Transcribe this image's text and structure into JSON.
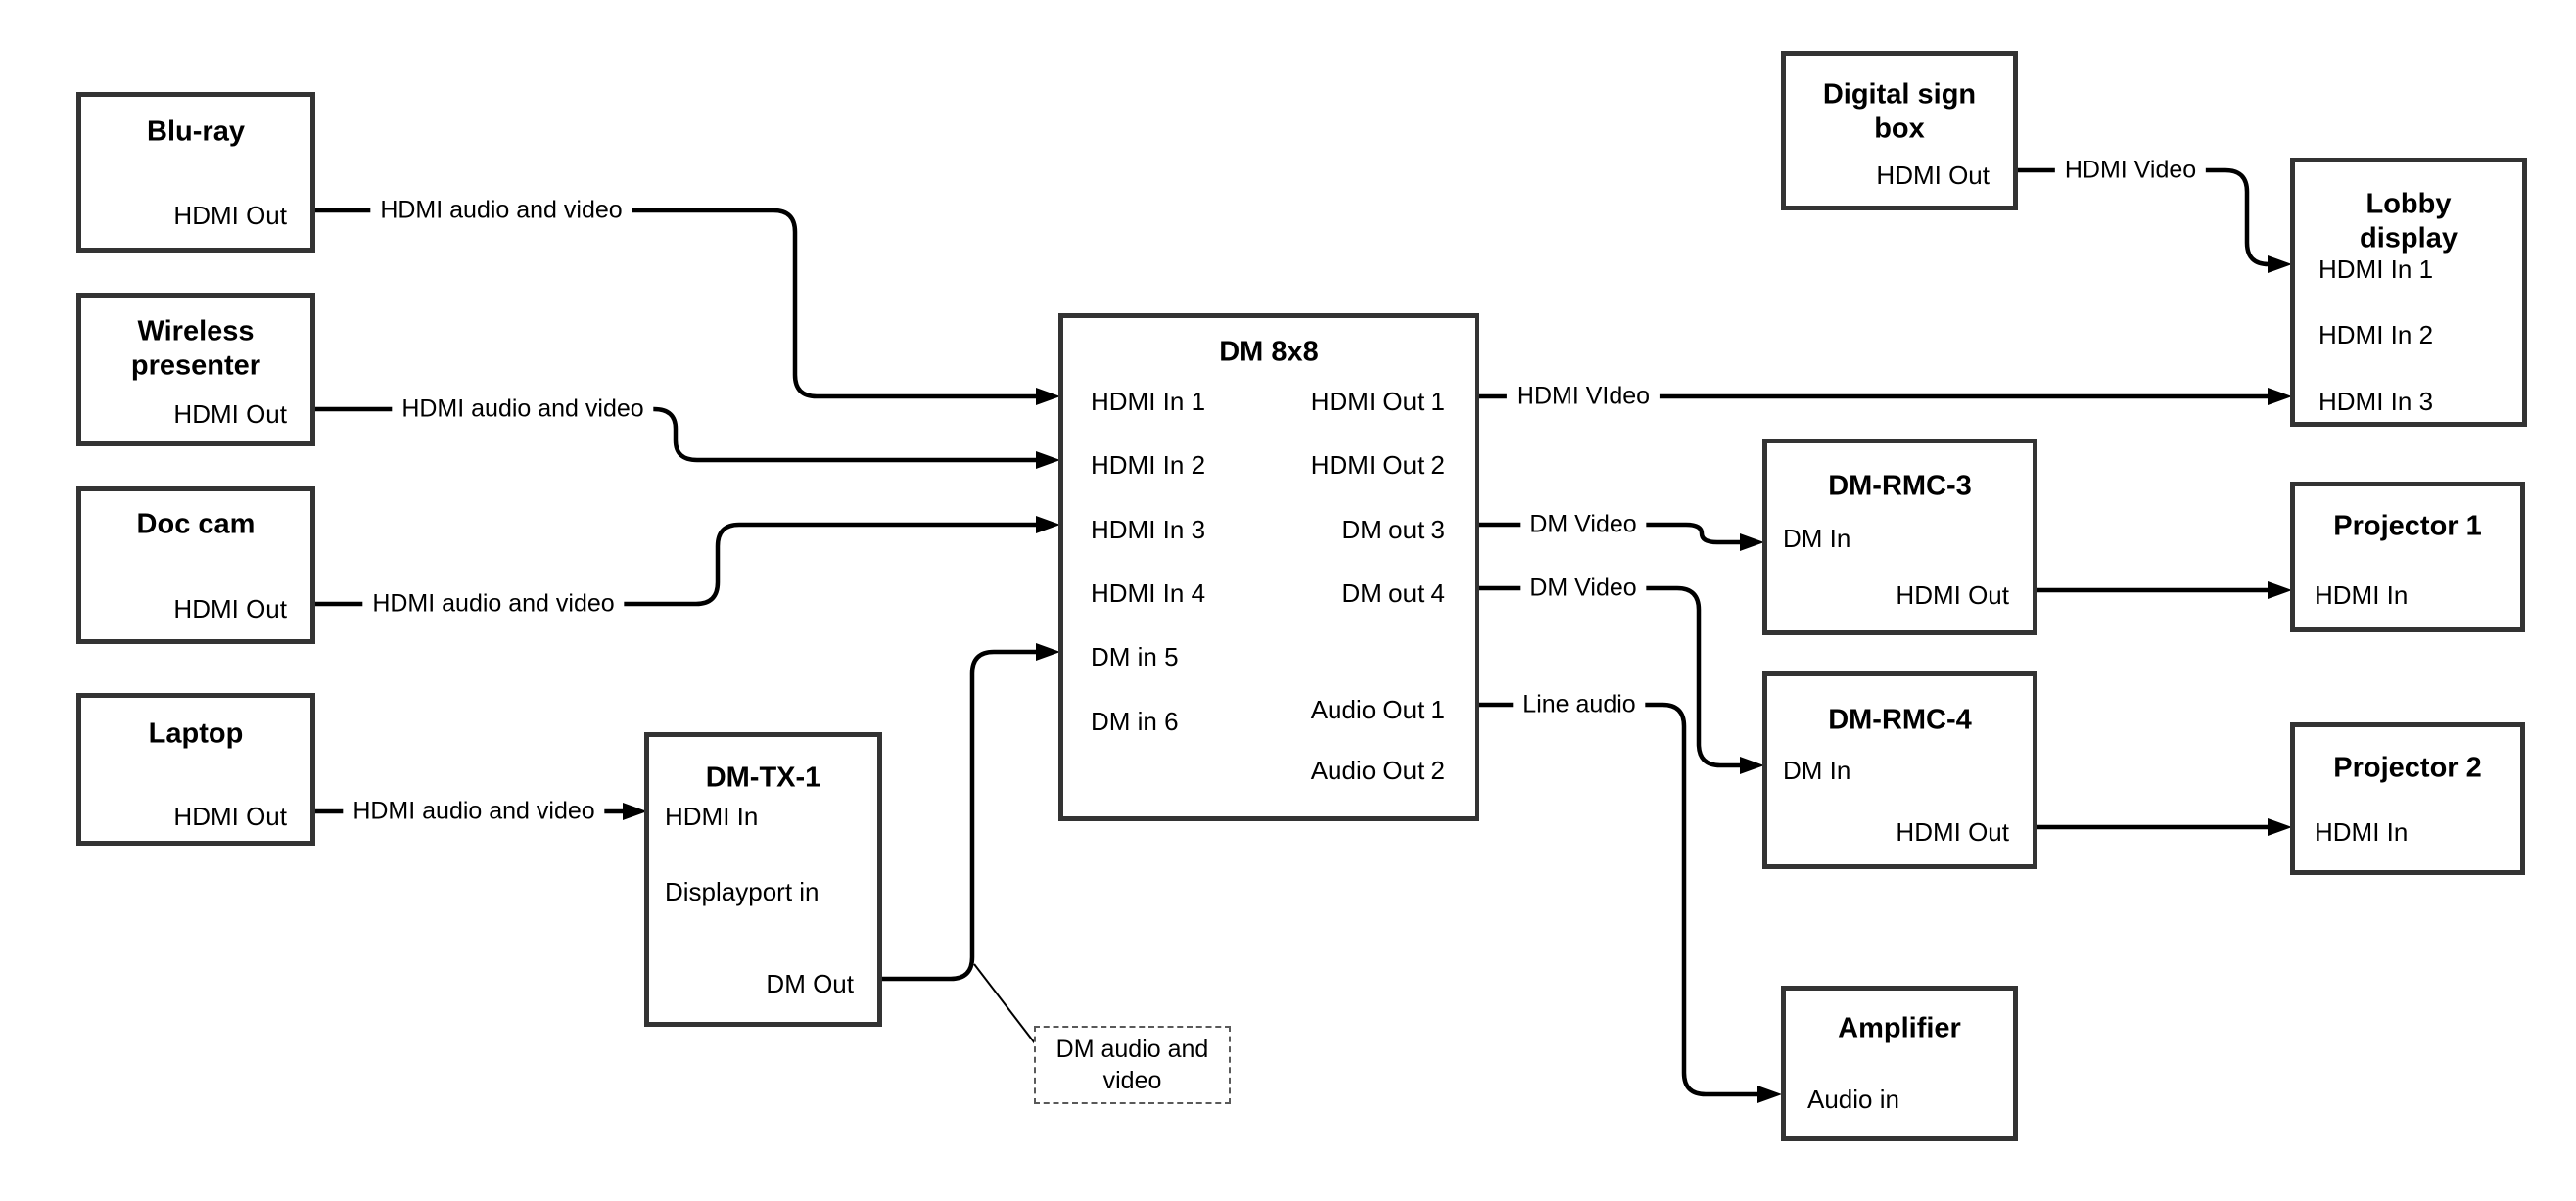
{
  "colors": {
    "background": "#ffffff",
    "wire": "#000000",
    "box_border": "#333333",
    "text": "#000000"
  },
  "nodes": {
    "bluray": {
      "title": "Blu-ray",
      "hdmi_out": "HDMI Out"
    },
    "wireless_presenter": {
      "title": "Wireless presenter",
      "hdmi_out": "HDMI Out"
    },
    "doc_cam": {
      "title": "Doc cam",
      "hdmi_out": "HDMI Out"
    },
    "laptop": {
      "title": "Laptop",
      "hdmi_out": "HDMI Out"
    },
    "dm_tx_1": {
      "title": "DM-TX-1",
      "hdmi_in": "HDMI In",
      "displayport_in": "Displayport in",
      "dm_out": "DM Out"
    },
    "dm_8x8": {
      "title": "DM 8x8",
      "inputs": [
        "HDMI In 1",
        "HDMI In 2",
        "HDMI In 3",
        "HDMI In 4",
        "DM in 5",
        "DM in 6"
      ],
      "outputs": [
        "HDMI Out 1",
        "HDMI Out 2",
        "DM out 3",
        "DM out 4",
        "Audio Out 1",
        "Audio Out 2"
      ]
    },
    "digital_sign_box": {
      "title": "Digital sign box",
      "hdmi_out": "HDMI Out"
    },
    "lobby_display": {
      "title": "Lobby display",
      "inputs": [
        "HDMI In 1",
        "HDMI In 2",
        "HDMI In 3"
      ]
    },
    "dm_rmc_3": {
      "title": "DM-RMC-3",
      "dm_in": "DM In",
      "hdmi_out": "HDMI Out"
    },
    "projector_1": {
      "title": "Projector 1",
      "hdmi_in": "HDMI In"
    },
    "dm_rmc_4": {
      "title": "DM-RMC-4",
      "dm_in": "DM In",
      "hdmi_out": "HDMI Out"
    },
    "projector_2": {
      "title": "Projector 2",
      "hdmi_in": "HDMI In"
    },
    "amplifier": {
      "title": "Amplifier",
      "audio_in": "Audio in"
    }
  },
  "edge_labels": {
    "bluray_to_dm8x8": "HDMI audio and video",
    "wireless_to_dm8x8": "HDMI audio and video",
    "doccam_to_dm8x8": "HDMI audio and video",
    "laptop_to_dmtx1": "HDMI audio and video",
    "dm8x8_out1_to_lobby": "HDMI VIdeo",
    "dm8x8_out3_to_rmc3": "DM Video",
    "dm8x8_out4_to_rmc4": "DM Video",
    "dm8x8_audio1_to_amp": "Line audio",
    "sign_to_lobby": "HDMI Video",
    "dmtx1_callout": "DM audio and video"
  }
}
